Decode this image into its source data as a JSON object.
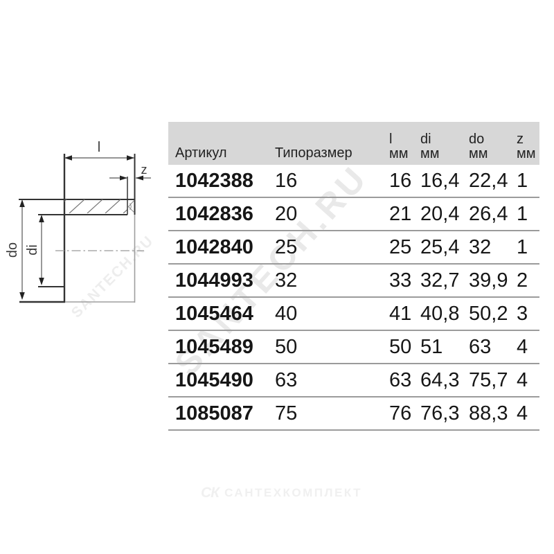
{
  "watermarks": {
    "large": "SANTECH.RU",
    "small": "SANTECH.RU"
  },
  "diagram": {
    "dim_l": "l",
    "dim_z": "z",
    "dim_do": "do",
    "dim_di": "di"
  },
  "table": {
    "header": {
      "article": "Артикул",
      "size": "Типоразмер",
      "units": [
        {
          "sym": "l",
          "unit": "мм"
        },
        {
          "sym": "di",
          "unit": "мм"
        },
        {
          "sym": "do",
          "unit": "мм"
        },
        {
          "sym": "z",
          "unit": "мм"
        }
      ]
    },
    "rows": [
      {
        "article": "1042388",
        "size": "16",
        "l": "16",
        "di": "16,4",
        "do": "22,4",
        "z": "1"
      },
      {
        "article": "1042836",
        "size": "20",
        "l": "21",
        "di": "20,4",
        "do": "26,4",
        "z": "1"
      },
      {
        "article": "1042840",
        "size": "25",
        "l": "25",
        "di": "25,4",
        "do": "32",
        "z": "1"
      },
      {
        "article": "1044993",
        "size": "32",
        "l": "33",
        "di": "32,7",
        "do": "39,9",
        "z": "2"
      },
      {
        "article": "1045464",
        "size": "40",
        "l": "41",
        "di": "40,8",
        "do": "50,2",
        "z": "3"
      },
      {
        "article": "1045489",
        "size": "50",
        "l": "50",
        "di": "51",
        "do": "63",
        "z": "4"
      },
      {
        "article": "1045490",
        "size": "63",
        "l": "63",
        "di": "64,3",
        "do": "75,7",
        "z": "4"
      },
      {
        "article": "1085087",
        "size": "75",
        "l": "76",
        "di": "76,3",
        "do": "88,3",
        "z": "4"
      }
    ]
  },
  "footer": {
    "logo_mark": "СК",
    "logo_text": "САНТЕХКОМПЛЕКТ"
  },
  "colors": {
    "header_bg": "#d7d7d7",
    "row_line": "#9b9b9b",
    "watermark_large": "#e9e9e9",
    "watermark_small": "#ededed",
    "drawing_dark": "#333333",
    "drawing_light": "#9d9d9d"
  }
}
